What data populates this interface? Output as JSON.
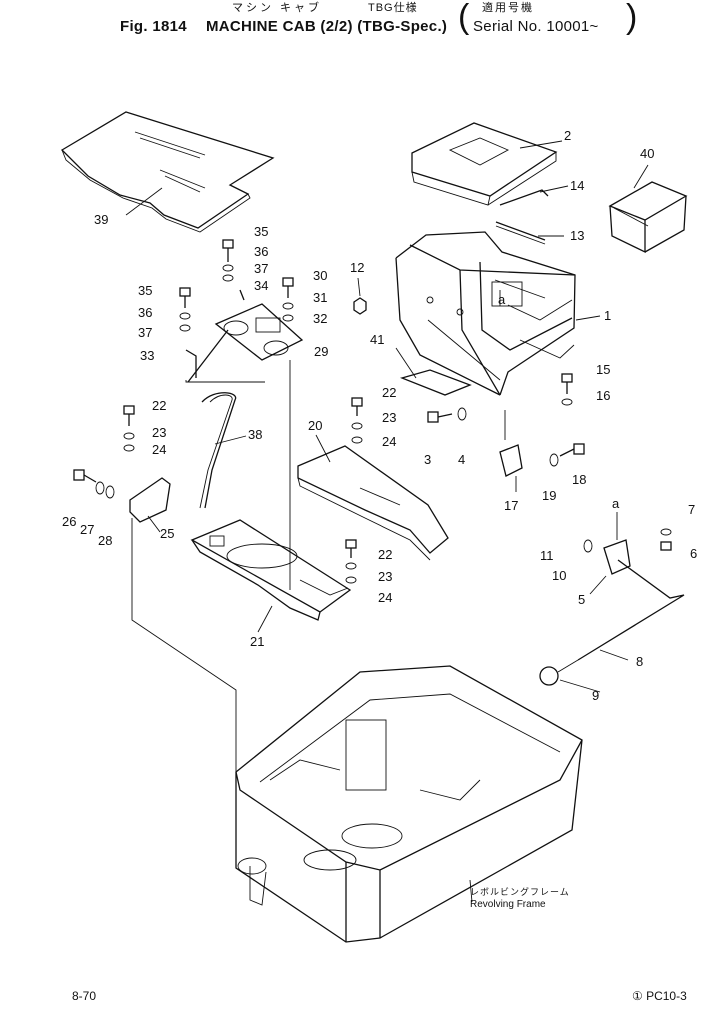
{
  "header": {
    "jp_title": "マシン キャブ",
    "jp_spec": "TBG仕様",
    "jp_applicable": "適用号機",
    "figure": "Fig. 1814",
    "title": "MACHINE CAB (2/2) (TBG-Spec.)",
    "serial": "Serial No. 10001~"
  },
  "frame_label": {
    "jp": "レボルビングフレーム",
    "en": "Revolving Frame"
  },
  "footer": {
    "page": "8-70",
    "code": "① PC10-3"
  },
  "callouts": [
    "1",
    "2",
    "3",
    "4",
    "5",
    "6",
    "7",
    "8",
    "9",
    "10",
    "11",
    "12",
    "13",
    "14",
    "15",
    "16",
    "17",
    "18",
    "19",
    "20",
    "21",
    "22",
    "23",
    "24",
    "25",
    "26",
    "27",
    "28",
    "29",
    "30",
    "31",
    "32",
    "33",
    "34",
    "35",
    "36",
    "37",
    "38",
    "39",
    "40",
    "41",
    "a"
  ]
}
